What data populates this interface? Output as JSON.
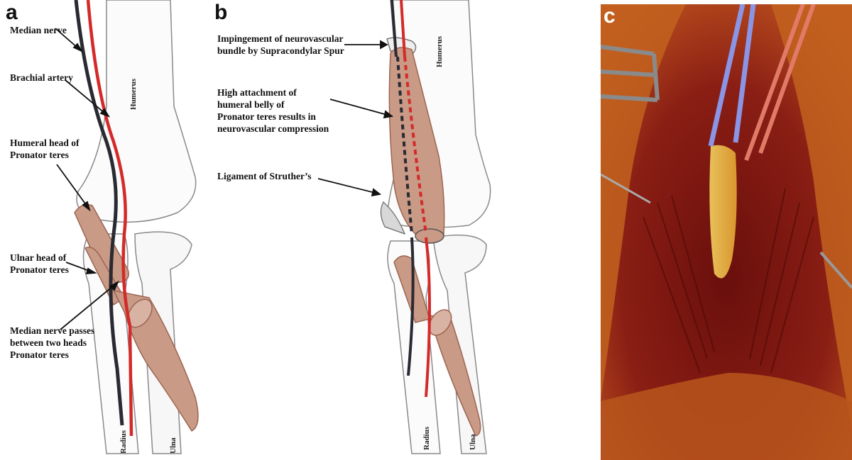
{
  "panel_a": {
    "letter": "a",
    "labels": {
      "median_nerve": "Median nerve",
      "brachial_artery": "Brachial artery",
      "humeral_head_1": "Humeral head of",
      "humeral_head_2": "Pronator teres",
      "ulnar_head_1": "Ulnar head of",
      "ulnar_head_2": "Pronator teres",
      "passes_1": "Median nerve passes",
      "passes_2": "between two heads",
      "passes_3": "Pronator teres"
    },
    "bones": {
      "humerus": "Humerus",
      "radius": "Radius",
      "ulna": "Ulna"
    }
  },
  "panel_b": {
    "letter": "b",
    "labels": {
      "impingement_1": "Impingement of  neurovascular",
      "impingement_2": "bundle by Supracondylar Spur",
      "high_1": "High attachment of",
      "high_2": "humeral belly of",
      "high_3": "Pronator teres results in",
      "high_4": "neurovascular compression",
      "ligament": "Ligament of Struther’s"
    },
    "bones": {
      "humerus": "Humerus",
      "radius": "Radius",
      "ulna": "Ulna"
    }
  },
  "panel_c": {
    "letter": "c"
  },
  "colors": {
    "artery": "#d42a2a",
    "nerve": "#2a2a33",
    "muscle": "#c99a86",
    "muscle_dark": "#9c6552",
    "bone_line": "#8a8a8a"
  }
}
